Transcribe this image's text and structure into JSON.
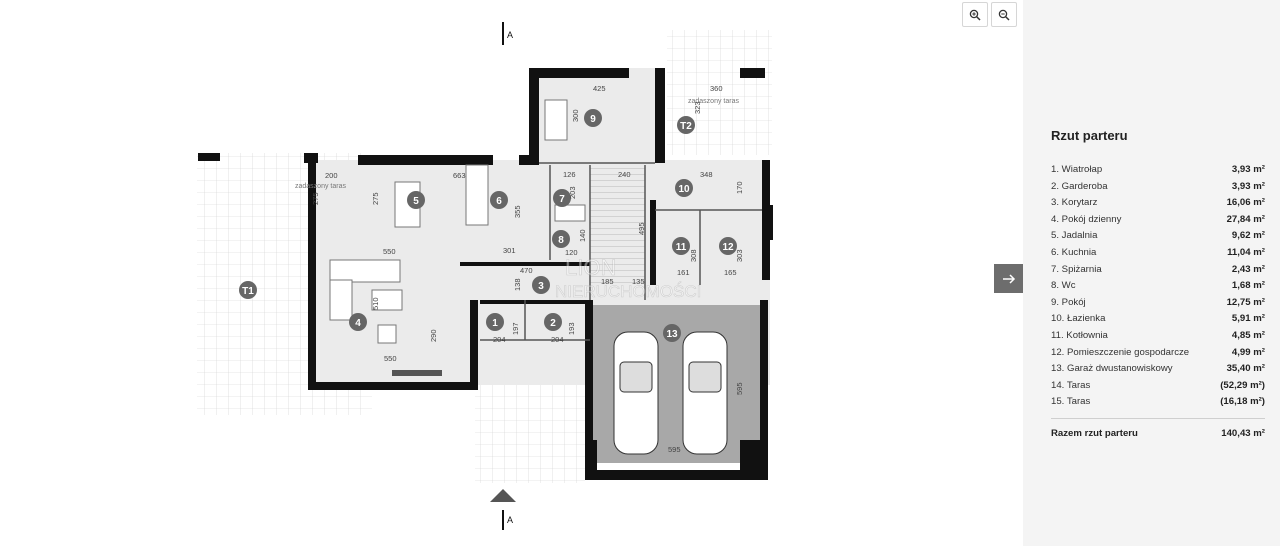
{
  "toolbar": {
    "zoom_in_icon": "zoom-in-icon",
    "zoom_out_icon": "zoom-out-icon",
    "next_icon": "arrow-right-icon"
  },
  "panel": {
    "title": "Rzut parteru",
    "rooms": [
      {
        "name": "1. Wiatrołap",
        "area": "3,93 m²"
      },
      {
        "name": "2. Garderoba",
        "area": "3,93 m²"
      },
      {
        "name": "3. Korytarz",
        "area": "16,06 m²"
      },
      {
        "name": "4. Pokój dzienny",
        "area": "27,84 m²"
      },
      {
        "name": "5. Jadalnia",
        "area": "9,62 m²"
      },
      {
        "name": "6. Kuchnia",
        "area": "11,04 m²"
      },
      {
        "name": "7. Spiżarnia",
        "area": "2,43 m²"
      },
      {
        "name": "8. Wc",
        "area": "1,68 m²"
      },
      {
        "name": "9. Pokój",
        "area": "12,75 m²"
      },
      {
        "name": "10. Łazienka",
        "area": "5,91 m²"
      },
      {
        "name": "11. Kotłownia",
        "area": "4,85 m²"
      },
      {
        "name": "12. Pomieszczenie gospodarcze",
        "area": "4,99 m²"
      },
      {
        "name": "13. Garaż dwustanowiskowy",
        "area": "35,40 m²"
      },
      {
        "name": "14. Taras",
        "area": "(52,29 m²)"
      },
      {
        "name": "15. Taras",
        "area": "(16,18 m²)"
      }
    ],
    "total_label": "Razem rzut parteru",
    "total_value": "140,43 m²"
  },
  "plan": {
    "section_marker_top": "A",
    "section_marker_bottom": "A",
    "terrace_label_left": "zadaszony taras",
    "terrace_label_top": "zadaszony taras",
    "terrace_tag_t1": "T1",
    "terrace_tag_t2": "T2",
    "watermark_line1": "LION",
    "watermark_line2": "NIERUCHOMOŚCI",
    "room_numbers": [
      "1",
      "2",
      "3",
      "4",
      "5",
      "6",
      "7",
      "8",
      "9",
      "10",
      "11",
      "12",
      "13"
    ],
    "dimensions": {
      "d_200": "200",
      "d_275a": "275",
      "d_275b": "275",
      "d_663": "663",
      "d_550a": "550",
      "d_510": "510",
      "d_290": "290",
      "d_550b": "550",
      "d_425": "425",
      "d_300": "300",
      "d_360": "360",
      "d_323": "323",
      "d_126": "126",
      "d_203": "203",
      "d_240": "240",
      "d_348": "348",
      "d_170": "170",
      "d_355": "355",
      "d_495": "495",
      "d_301": "301",
      "d_140": "140",
      "d_120": "120",
      "d_470": "470",
      "d_138": "138",
      "d_185": "185",
      "d_135": "135",
      "d_308": "308",
      "d_303": "303",
      "d_161": "161",
      "d_165": "165",
      "d_197": "197",
      "d_193": "193",
      "d_204a": "204",
      "d_204b": "204",
      "d_595a": "595",
      "d_595b": "595"
    }
  }
}
